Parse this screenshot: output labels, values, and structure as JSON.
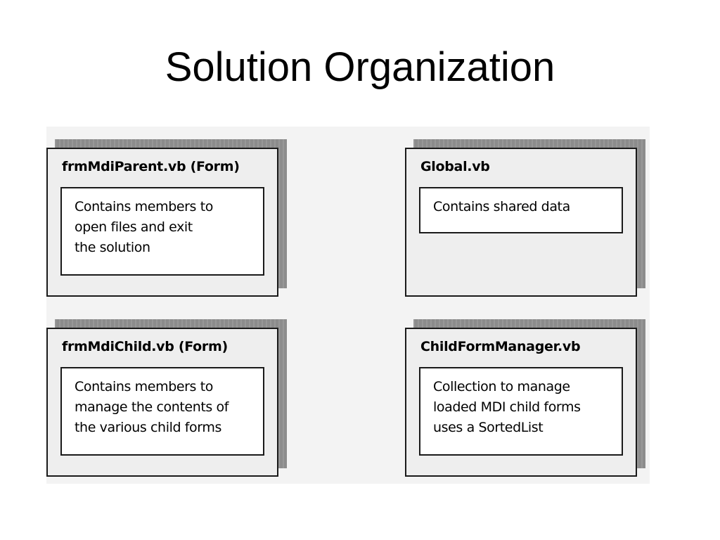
{
  "slide": {
    "title": "Solution Organization"
  },
  "modules": {
    "parent": {
      "name": "frmMdiParent.vb (Form)",
      "description": [
        "Contains members to",
        "open files and exit",
        "the solution"
      ]
    },
    "child": {
      "name": "frmMdiChild.vb (Form)",
      "description": [
        "Contains members to",
        "manage the contents of",
        "the various child forms"
      ]
    },
    "global": {
      "name": "Global.vb",
      "description": [
        "Contains shared data"
      ]
    },
    "manager": {
      "name": "ChildFormManager.vb",
      "description": [
        "Collection to manage",
        "loaded MDI child forms",
        "uses a SortedList"
      ]
    }
  },
  "connections": [
    {
      "from": "child",
      "to": "global"
    },
    {
      "from": "child",
      "to": "manager"
    }
  ],
  "colors": {
    "line": "#000000",
    "panel": "#eeeeee",
    "shadow": "#8c8c8c",
    "background": "#ffffff"
  }
}
